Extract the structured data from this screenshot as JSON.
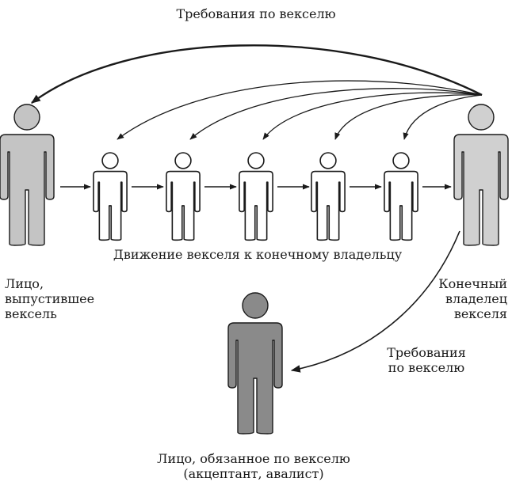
{
  "labels": {
    "top_demands": "Требования по векселю",
    "movement": "Движение векселя к конечному владельцу",
    "issuer": [
      "Лицо,",
      "выпустившее",
      "вексель"
    ],
    "final_holder": [
      "Конечный",
      "владелец",
      "векселя"
    ],
    "right_demands": [
      "Требования",
      "по векселю"
    ],
    "obligor": [
      "Лицо, обязанное по векселю",
      "(акцептант, авалист)"
    ]
  },
  "colors": {
    "issuer_fill": "#c4c4c4",
    "holder_fill": "#d0d0d0",
    "obligor_fill": "#8a8a8a",
    "intermediate_fill": "#ffffff",
    "stroke": "#1a1a1a"
  },
  "figures": [
    {
      "role": "issuer",
      "type": "large"
    },
    {
      "role": "endorsee-1",
      "type": "small"
    },
    {
      "role": "endorsee-2",
      "type": "small"
    },
    {
      "role": "endorsee-3",
      "type": "small"
    },
    {
      "role": "endorsee-4",
      "type": "small"
    },
    {
      "role": "endorsee-5",
      "type": "small"
    },
    {
      "role": "final-holder",
      "type": "large"
    },
    {
      "role": "obligor",
      "type": "large"
    }
  ]
}
